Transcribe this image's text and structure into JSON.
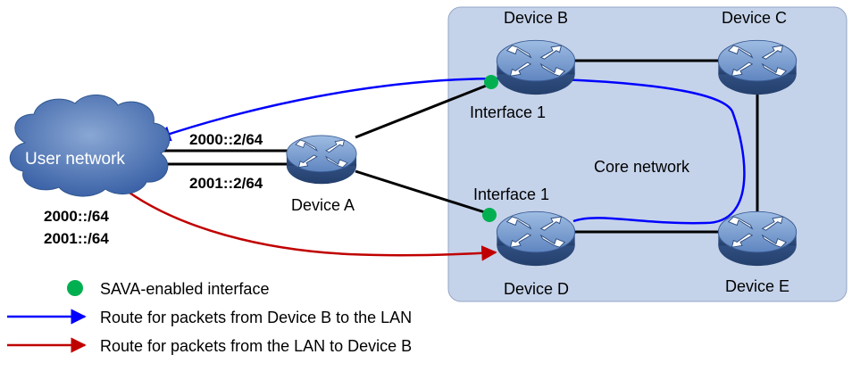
{
  "core_network": {
    "label": "Core network",
    "fill": "#c5d3ea",
    "stroke": "#94a6c8"
  },
  "user_network": {
    "label": "User network",
    "prefixes": [
      "2000::/64",
      "2001::/64"
    ]
  },
  "devices": {
    "a": {
      "label": "Device A"
    },
    "b": {
      "label": "Device B"
    },
    "c": {
      "label": "Device C"
    },
    "d": {
      "label": "Device D"
    },
    "e": {
      "label": "Device E"
    }
  },
  "links": {
    "ua_upper": {
      "label": "2000::2/64"
    },
    "ua_lower": {
      "label": "2001::2/64"
    }
  },
  "interfaces": {
    "b_if": {
      "label": "Interface 1"
    },
    "d_if": {
      "label": "Interface 1"
    }
  },
  "legend": {
    "sava": {
      "label": "SAVA-enabled interface",
      "color": "#00b050"
    },
    "blue_route": {
      "label": "Route for packets from Device B to the LAN",
      "color": "#0000ff"
    },
    "red_route": {
      "label": "Route for packets from the LAN to Device B",
      "color": "#c00000"
    }
  },
  "icons": {
    "router": "router-icon",
    "cloud": "cloud-icon"
  }
}
